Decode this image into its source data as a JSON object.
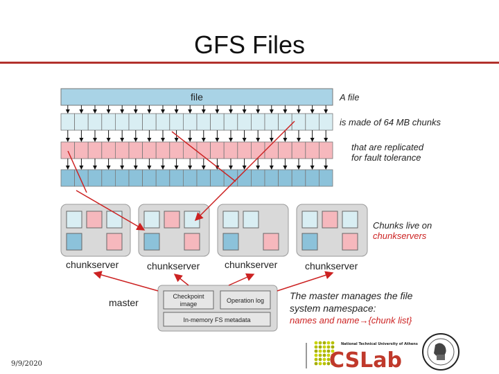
{
  "slide": {
    "title": "GFS Files",
    "date": "9/9/2020"
  },
  "diagram": {
    "file_label": "file",
    "annotations": {
      "a_file": "A file",
      "chunks": "is made of 64 MB chunks",
      "replicated_line1": "that are replicated",
      "replicated_line2": "for fault tolerance",
      "live_line1": "Chunks live on",
      "live_line2": "chunkservers",
      "master_line1": "The master manages the file",
      "master_line2": "system namespace:",
      "master_line3": "names and name→{chunk list}"
    },
    "chunkservers": [
      {
        "label": "chunkserver"
      },
      {
        "label": "chunkserver"
      },
      {
        "label": "chunkserver"
      },
      {
        "label": "chunkserver"
      }
    ],
    "master": {
      "label": "master",
      "checkpoint_line1": "Checkpoint",
      "checkpoint_line2": "image",
      "oplog": "Operation log",
      "metadata": "In-memory FS metadata"
    },
    "colors": {
      "file": "#a9d3e6",
      "chunk_light": "#d9eef3",
      "chunk_pink": "#f6b8bd",
      "chunk_blue": "#8cc2da",
      "server_bg": "#d9d9d9",
      "arrow_red": "#cc2222"
    }
  },
  "logo": {
    "brand": "CSLab",
    "university": "National Technical University of Athens"
  }
}
